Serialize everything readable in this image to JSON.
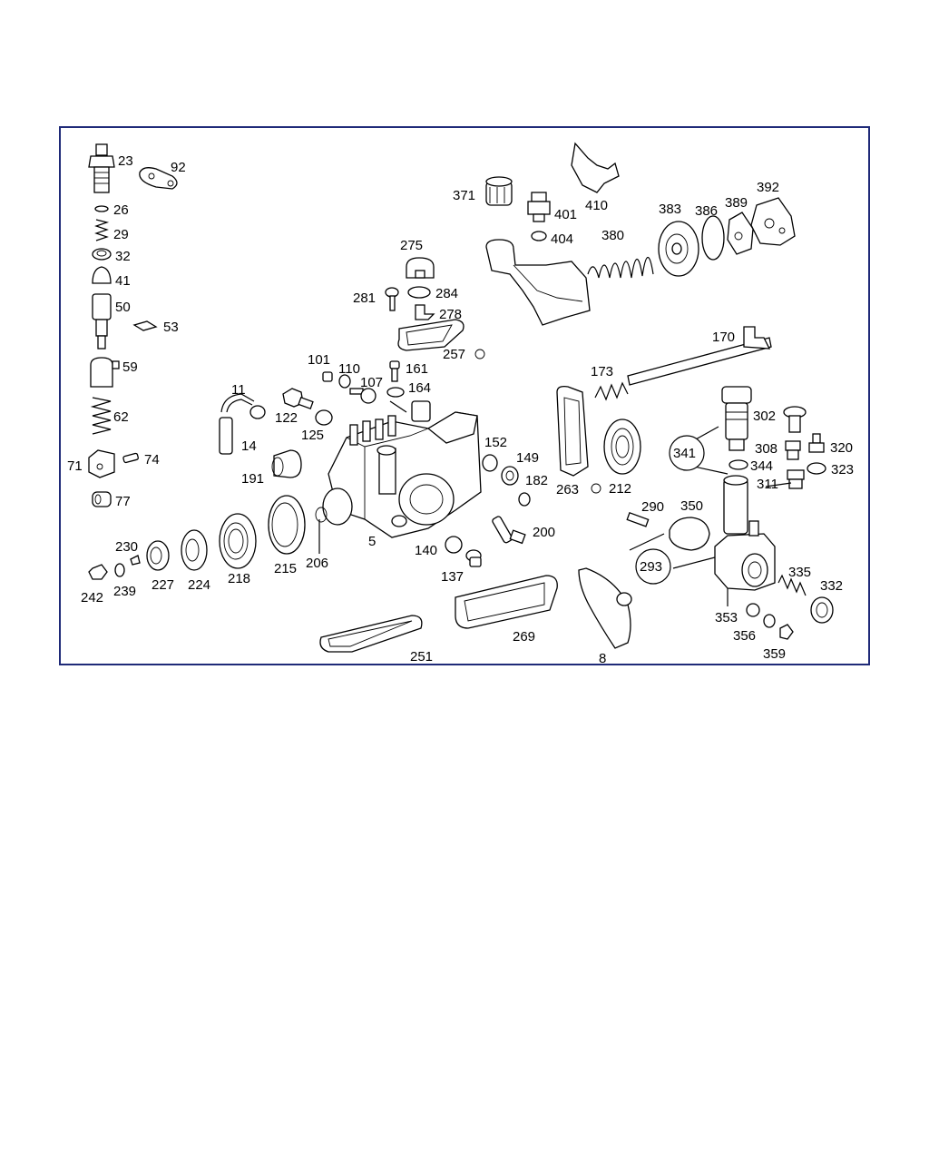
{
  "frame": {
    "border_color": "#1f2a78"
  },
  "callouts": [
    {
      "id": "23",
      "text": "23"
    },
    {
      "id": "92",
      "text": "92"
    },
    {
      "id": "26",
      "text": "26"
    },
    {
      "id": "29",
      "text": "29"
    },
    {
      "id": "32",
      "text": "32"
    },
    {
      "id": "41",
      "text": "41"
    },
    {
      "id": "50",
      "text": "50"
    },
    {
      "id": "53",
      "text": "53"
    },
    {
      "id": "59",
      "text": "59"
    },
    {
      "id": "62",
      "text": "62"
    },
    {
      "id": "71",
      "text": "71"
    },
    {
      "id": "74",
      "text": "74"
    },
    {
      "id": "77",
      "text": "77"
    },
    {
      "id": "230",
      "text": "230"
    },
    {
      "id": "242",
      "text": "242"
    },
    {
      "id": "239",
      "text": "239"
    },
    {
      "id": "227",
      "text": "227"
    },
    {
      "id": "224",
      "text": "224"
    },
    {
      "id": "218",
      "text": "218"
    },
    {
      "id": "215",
      "text": "215"
    },
    {
      "id": "206",
      "text": "206"
    },
    {
      "id": "5",
      "text": "5"
    },
    {
      "id": "11",
      "text": "11"
    },
    {
      "id": "14",
      "text": "14"
    },
    {
      "id": "191",
      "text": "191"
    },
    {
      "id": "122",
      "text": "122"
    },
    {
      "id": "125",
      "text": "125"
    },
    {
      "id": "101",
      "text": "101"
    },
    {
      "id": "110",
      "text": "110"
    },
    {
      "id": "107",
      "text": "107"
    },
    {
      "id": "161",
      "text": "161"
    },
    {
      "id": "164",
      "text": "164"
    },
    {
      "id": "275",
      "text": "275"
    },
    {
      "id": "281",
      "text": "281"
    },
    {
      "id": "284",
      "text": "284"
    },
    {
      "id": "278",
      "text": "278"
    },
    {
      "id": "257",
      "text": "257"
    },
    {
      "id": "371",
      "text": "371"
    },
    {
      "id": "401",
      "text": "401"
    },
    {
      "id": "404",
      "text": "404"
    },
    {
      "id": "410",
      "text": "410"
    },
    {
      "id": "380",
      "text": "380"
    },
    {
      "id": "383",
      "text": "383"
    },
    {
      "id": "386",
      "text": "386"
    },
    {
      "id": "389",
      "text": "389"
    },
    {
      "id": "392",
      "text": "392"
    },
    {
      "id": "170",
      "text": "170"
    },
    {
      "id": "173",
      "text": "173"
    },
    {
      "id": "152",
      "text": "152"
    },
    {
      "id": "149",
      "text": "149"
    },
    {
      "id": "182",
      "text": "182"
    },
    {
      "id": "263",
      "text": "263"
    },
    {
      "id": "212",
      "text": "212"
    },
    {
      "id": "200",
      "text": "200"
    },
    {
      "id": "140",
      "text": "140"
    },
    {
      "id": "137",
      "text": "137"
    },
    {
      "id": "269",
      "text": "269"
    },
    {
      "id": "251",
      "text": "251"
    },
    {
      "id": "8",
      "text": "8"
    },
    {
      "id": "302",
      "text": "302"
    },
    {
      "id": "341",
      "text": "341"
    },
    {
      "id": "308",
      "text": "308"
    },
    {
      "id": "320",
      "text": "320"
    },
    {
      "id": "344",
      "text": "344"
    },
    {
      "id": "323",
      "text": "323"
    },
    {
      "id": "311",
      "text": "311"
    },
    {
      "id": "290",
      "text": "290"
    },
    {
      "id": "350",
      "text": "350"
    },
    {
      "id": "293",
      "text": "293"
    },
    {
      "id": "335",
      "text": "335"
    },
    {
      "id": "332",
      "text": "332"
    },
    {
      "id": "353",
      "text": "353"
    },
    {
      "id": "356",
      "text": "356"
    },
    {
      "id": "359",
      "text": "359"
    }
  ]
}
